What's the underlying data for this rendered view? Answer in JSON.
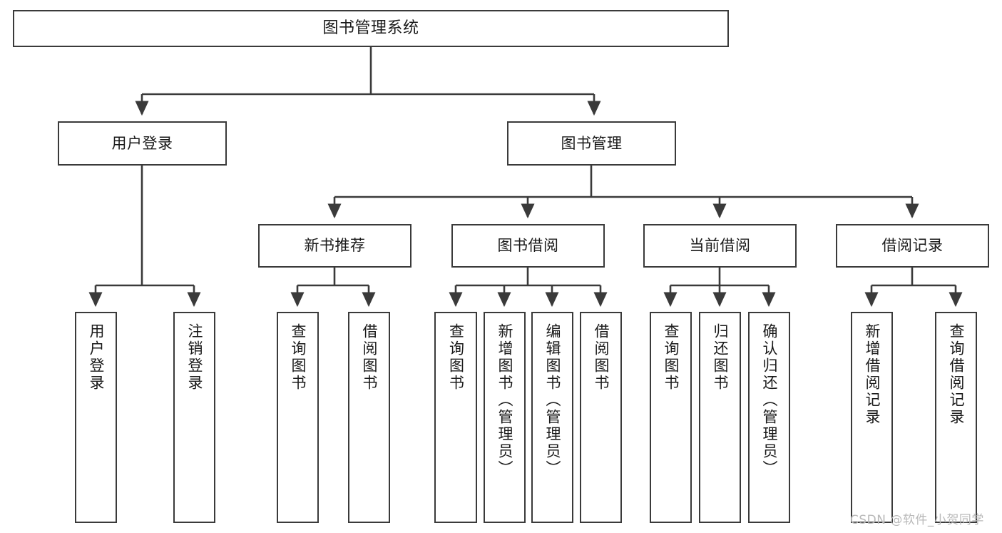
{
  "diagram": {
    "title": "图书管理系统",
    "type": "tree-hierarchy-diagram",
    "style": {
      "box_stroke": "#3a3a3a",
      "box_fill": "#ffffff",
      "line_color": "#3a3a3a",
      "text_color": "#1a1a1a",
      "background": "#ffffff"
    },
    "nodes": {
      "root": "图书管理系统",
      "level2": {
        "user_login": "用户登录",
        "book_management": "图书管理"
      },
      "level3": {
        "new_book_recommend": "新书推荐",
        "book_borrow": "图书借阅",
        "current_borrow": "当前借阅",
        "borrow_record": "借阅记录"
      },
      "leaves": {
        "user_login_children": [
          "用户登录",
          "注销登录"
        ],
        "new_book_recommend_children": [
          "查询图书",
          "借阅图书"
        ],
        "book_borrow_children": [
          "查询图书",
          "新增图书（管理员）",
          "编辑图书（管理员）",
          "借阅图书"
        ],
        "current_borrow_children": [
          "查询图书",
          "归还图书",
          "确认归还（管理员）"
        ],
        "borrow_record_children": [
          "新增借阅记录",
          "查询借阅记录"
        ]
      }
    },
    "watermark": "CSDN @软件_小贺同学"
  }
}
